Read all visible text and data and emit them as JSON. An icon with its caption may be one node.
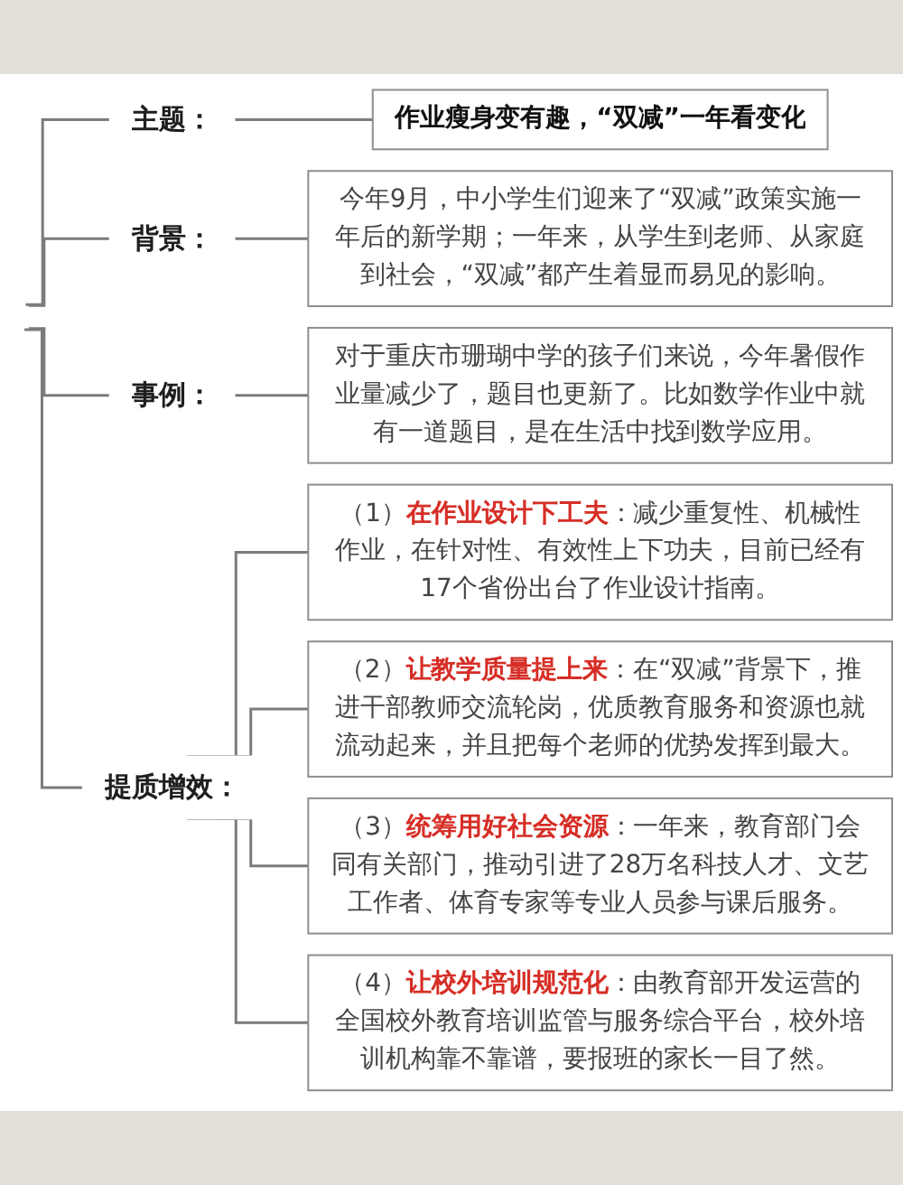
{
  "diagram": {
    "nodes": [
      {
        "text": [
          "主题："
        ]
      },
      {
        "text": [
          "作业瘦身变有趣，“双减”一年看变化"
        ]
      },
      {
        "text": [
          "背景："
        ]
      },
      {
        "text": [
          "今年9月，中小学生们迎来了“双减”政策实施一年后的新学期；一年来，从学生到老师、从家庭到社会，“双减”都产生着显而易见的影响。"
        ]
      },
      {
        "text": [
          "事例："
        ]
      },
      {
        "text": [
          "对于重庆市珊瑚中学的孩子们来说，今年暑假作业量减少了，题目也更新了。比如数学作业中就有一道题目，是在生活中找到数学应用。"
        ]
      },
      {
        "text": [
          "提质增效："
        ]
      },
      {
        "text": [
          "（1）**在作业设计下工夫**：减少重复性、机械性作业，在针对性、有效性上下功夫，目前已经有17个省份出台了作业设计指南。"
        ]
      },
      {
        "text": [
          "（2）**让教学质量提上来**：在“双减”背景下，推进干部教师交流轮岗，优质教育服务和资源也就流动起来，并且把每个老师的优势发挥到最大。"
        ]
      },
      {
        "text": [
          "（3）**统筹用好社会资源**：一年来，教育部门会同有关部门，推动引进了28万名科技人才、文艺工作者、体育专家等专业人员参与课后服务。"
        ]
      },
      {
        "text": [
          "（4）**让校外培训规范化**：由教育部开发运营的全国校外教育培训监管与服务综合平台，校外培训机构靠不靠谱，要报班的家长一目了然。"
        ]
      }
    ],
    "edges": [
      {
        "from": null,
        "to": 0,
        "arrow": "none"
      },
      {
        "from": null,
        "to": 2,
        "arrow": "none"
      },
      {
        "from": null,
        "to": 4,
        "arrow": "none"
      },
      {
        "from": null,
        "to": 6,
        "arrow": "none"
      },
      {
        "from": 0,
        "to": 1,
        "arrow": "none"
      },
      {
        "from": 2,
        "to": 3,
        "arrow": "none"
      },
      {
        "from": 4,
        "to": 5,
        "arrow": "none"
      },
      {
        "from": 6,
        "to": 7,
        "arrow": "none"
      },
      {
        "from": 6,
        "to": 8,
        "arrow": "none"
      },
      {
        "from": 6,
        "to": 9,
        "arrow": "none"
      },
      {
        "from": 6,
        "to": 10,
        "arrow": "none"
      }
    ]
  }
}
